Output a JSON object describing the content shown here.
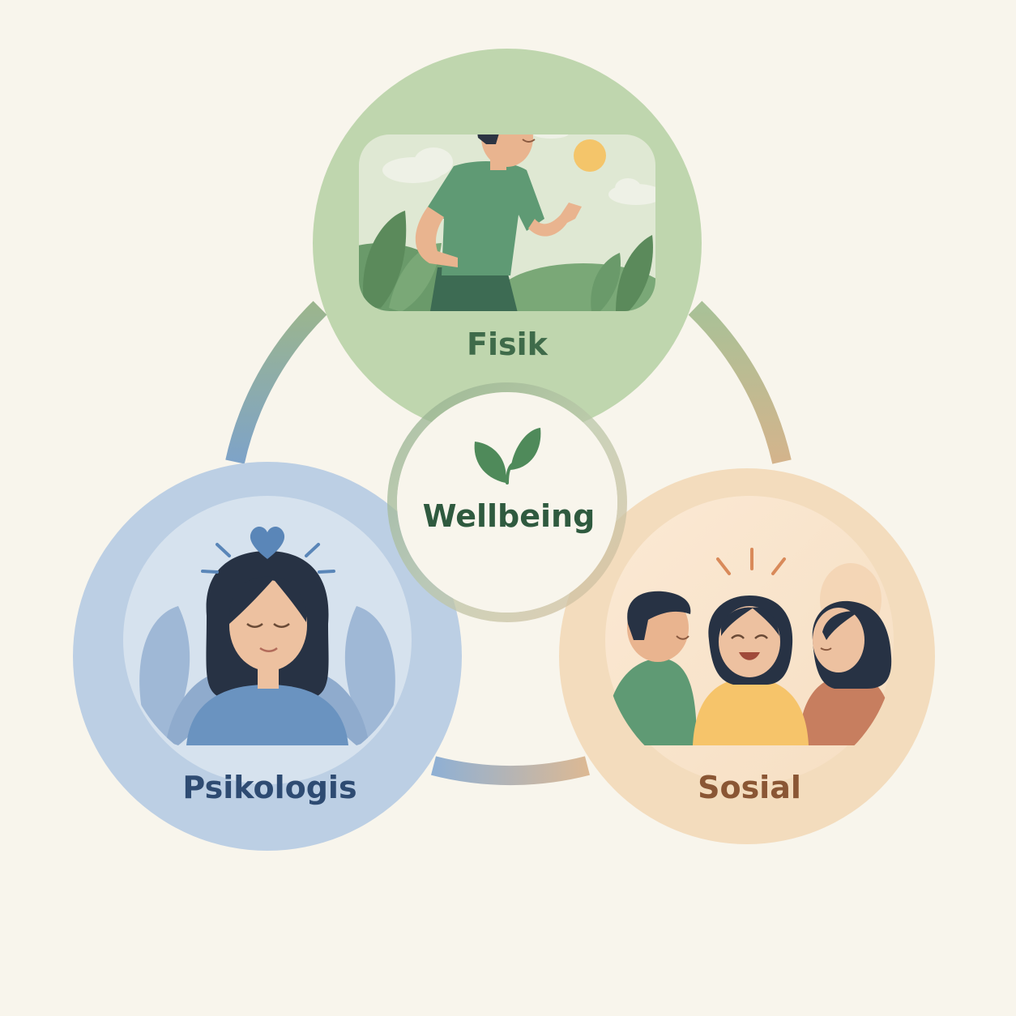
{
  "center": {
    "label": "Wellbeing",
    "icon": "sprout-icon"
  },
  "dimensions": {
    "fisik": {
      "label": "Fisik",
      "icon": "running-person-icon",
      "color": "#bfd6ae",
      "label_color": "#3f6b4a"
    },
    "psikologis": {
      "label": "Psikologis",
      "icon": "calm-woman-heart-icon",
      "color": "#bccfe4",
      "label_color": "#2e4b72"
    },
    "sosial": {
      "label": "Sosial",
      "icon": "group-of-friends-icon",
      "color": "#f3dcbd",
      "label_color": "#8a5634"
    }
  },
  "colors": {
    "background": "#f8f5ec",
    "center_label": "#2f5a3f",
    "leaf": "#4f8a5a"
  }
}
